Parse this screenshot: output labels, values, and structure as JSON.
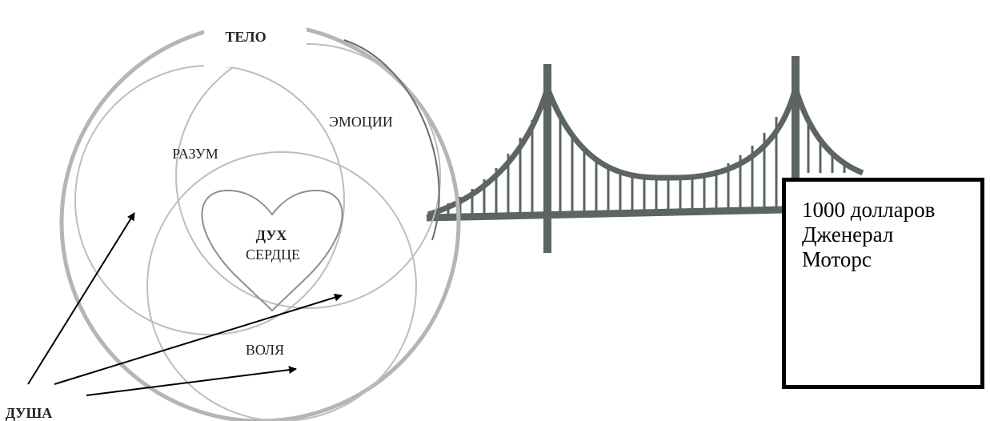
{
  "labels": {
    "body": "ТЕЛО",
    "emotions": "ЭМОЦИИ",
    "mind": "РАЗУМ",
    "spirit": "ДУХ",
    "heart": "СЕРДЦЕ",
    "will": "ВОЛЯ",
    "soul": "ДУША"
  },
  "box": {
    "line1": "1000 долларов",
    "line2": "Дженерал",
    "line3": "Моторс"
  },
  "colors": {
    "outer_circle": "#b5b5b5",
    "inner_circles": "#bdbdbd",
    "heart": "#8f8f8f",
    "bridge": "#5c6560",
    "arrows": "#000000",
    "box_border": "#000000"
  }
}
